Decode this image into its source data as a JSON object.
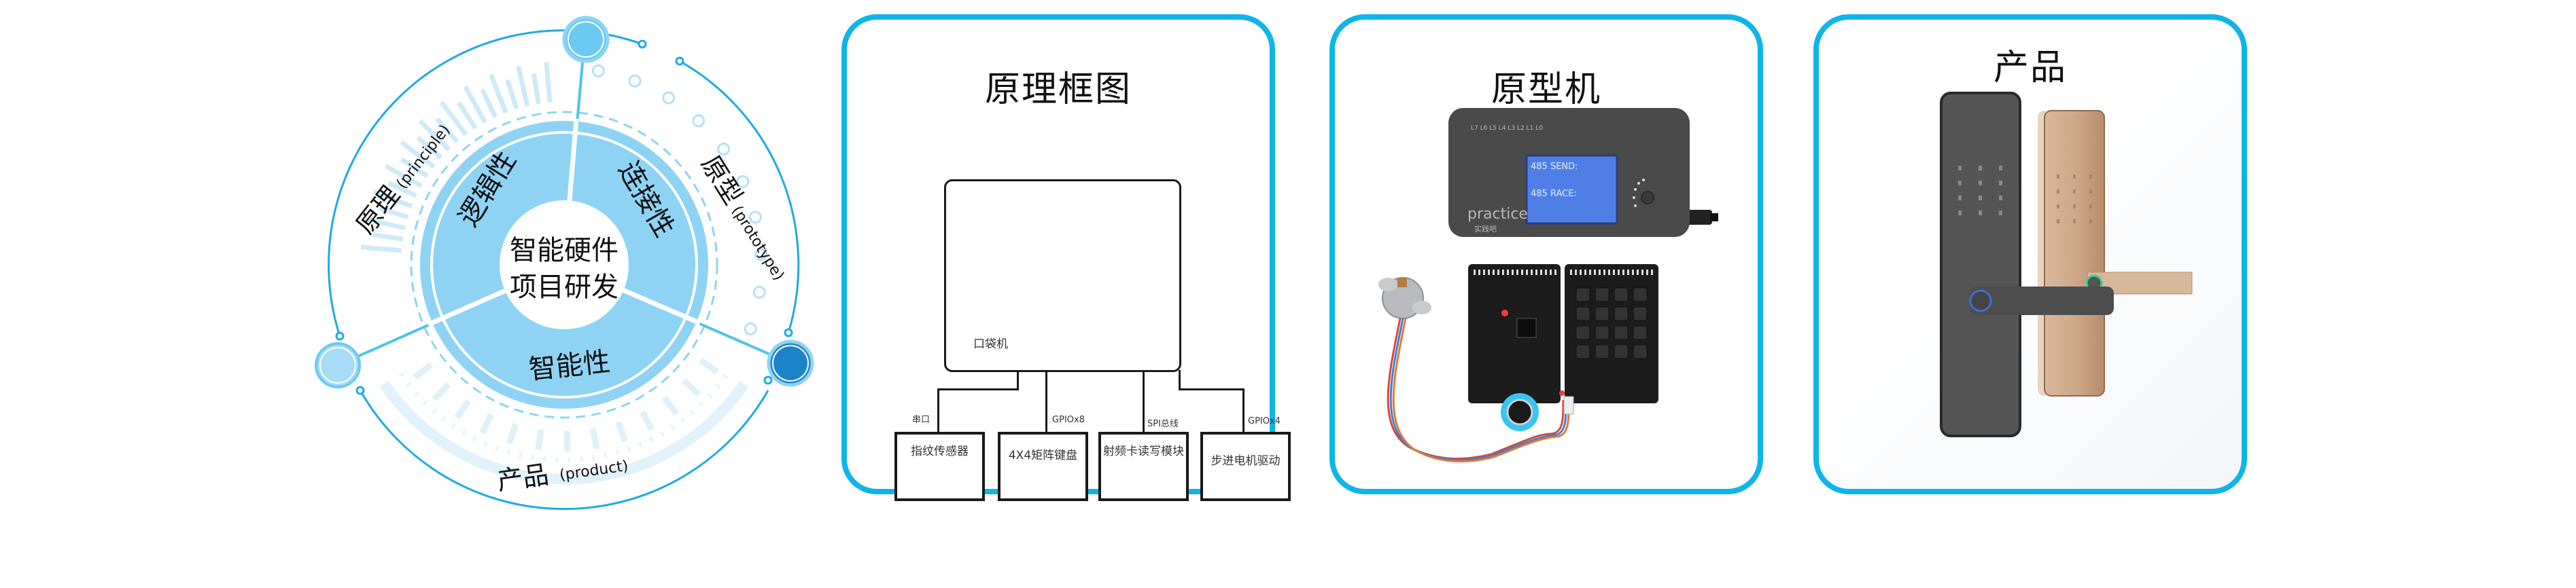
{
  "wheel": {
    "center_title": [
      "智能硬件",
      "项目研发"
    ],
    "segments": [
      {
        "label": "逻辑性"
      },
      {
        "label": "连接性"
      },
      {
        "label": "智能性"
      }
    ],
    "stages": [
      {
        "cn": "原理",
        "en": "(principle)"
      },
      {
        "cn": "原型",
        "en": "(prototype)"
      },
      {
        "cn": "产品",
        "en": "(product)"
      }
    ],
    "colors": {
      "ring": "#8fd3f4",
      "light": "#d8eef9",
      "node_light": "#a7dbf6",
      "node_mid": "#6ccaf0",
      "node_dark": "#1b84c9",
      "line": "#2bb6ea"
    }
  },
  "cards": {
    "principle": {
      "title": "原理框图",
      "main_block": "口袋机",
      "modules": [
        {
          "port": "串口",
          "label": "指纹传感器"
        },
        {
          "port": "GPIOx8",
          "label": "4X4矩阵键盘"
        },
        {
          "port": "SPI总线",
          "label": "射频卡读写模块"
        },
        {
          "port": "GPIOx4",
          "label": "步进电机驱动"
        }
      ]
    },
    "prototype": {
      "title": "原型机",
      "led_labels": "L7 L6 L5 L4 L3 L2 L1 L0",
      "screen_line1": "485 SEND:",
      "screen_line2": "485 RACE:",
      "brand": "practice",
      "brand_cn": "实践吧"
    },
    "product": {
      "title": "产品"
    }
  },
  "theme": {
    "card_border": "#0fb5ea"
  }
}
